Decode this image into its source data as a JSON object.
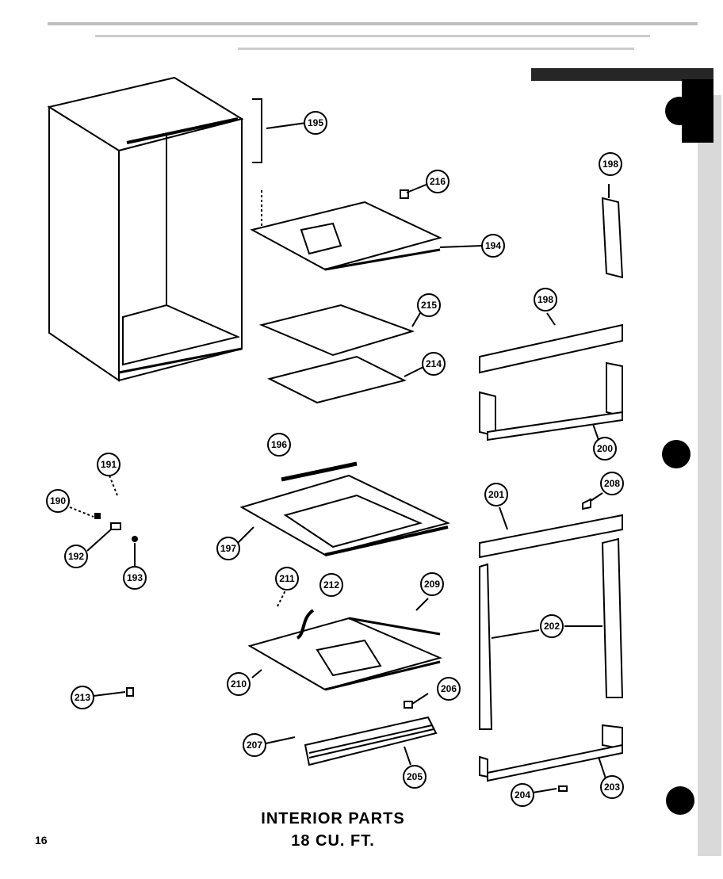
{
  "diagram": {
    "title_line1": "INTERIOR PARTS",
    "title_line2": "18 CU. FT.",
    "page_number": "16",
    "callouts": [
      {
        "id": "c195",
        "label": "195"
      },
      {
        "id": "c216",
        "label": "216"
      },
      {
        "id": "c194",
        "label": "194"
      },
      {
        "id": "c198a",
        "label": "198"
      },
      {
        "id": "c215",
        "label": "215"
      },
      {
        "id": "c214",
        "label": "214"
      },
      {
        "id": "c198b",
        "label": "198"
      },
      {
        "id": "c200",
        "label": "200"
      },
      {
        "id": "c196",
        "label": "196"
      },
      {
        "id": "c197",
        "label": "197"
      },
      {
        "id": "c191",
        "label": "191"
      },
      {
        "id": "c190",
        "label": "190"
      },
      {
        "id": "c192",
        "label": "192"
      },
      {
        "id": "c193",
        "label": "193"
      },
      {
        "id": "c201",
        "label": "201"
      },
      {
        "id": "c208",
        "label": "208"
      },
      {
        "id": "c211",
        "label": "211"
      },
      {
        "id": "c212",
        "label": "212"
      },
      {
        "id": "c209",
        "label": "209"
      },
      {
        "id": "c210",
        "label": "210"
      },
      {
        "id": "c202",
        "label": "202"
      },
      {
        "id": "c213",
        "label": "213"
      },
      {
        "id": "c206",
        "label": "206"
      },
      {
        "id": "c207",
        "label": "207"
      },
      {
        "id": "c205",
        "label": "205"
      },
      {
        "id": "c204",
        "label": "204"
      },
      {
        "id": "c203",
        "label": "203"
      }
    ]
  },
  "colors": {
    "ink": "#000000",
    "paper": "#ffffff"
  }
}
